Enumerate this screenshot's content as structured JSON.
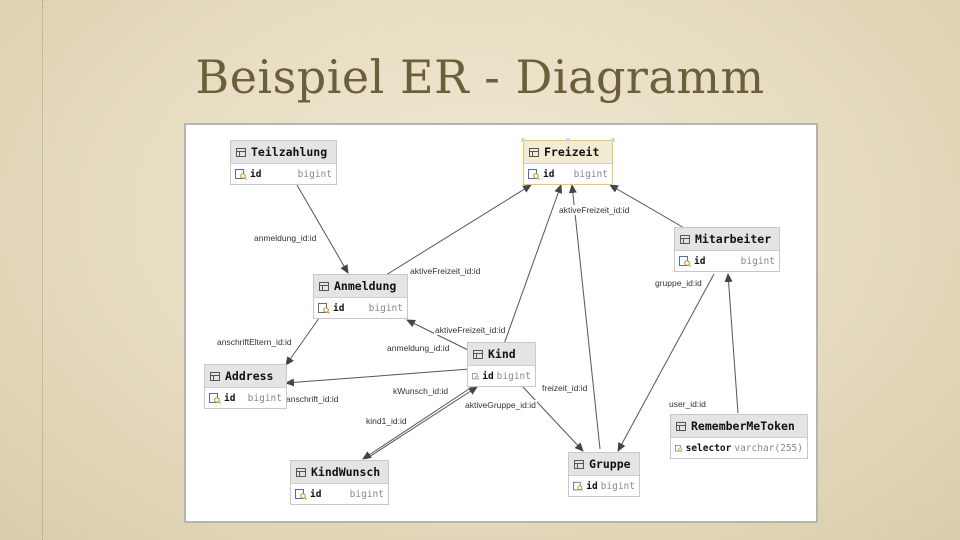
{
  "slide": {
    "title": "Beispiel ER - Diagramm"
  },
  "entities": {
    "teilzahlung": {
      "name": "Teilzahlung",
      "col": "id",
      "type": "bigint"
    },
    "freizeit": {
      "name": "Freizeit",
      "col": "id",
      "type": "bigint"
    },
    "mitarbeiter": {
      "name": "Mitarbeiter",
      "col": "id",
      "type": "bigint"
    },
    "anmeldung": {
      "name": "Anmeldung",
      "col": "id",
      "type": "bigint"
    },
    "address": {
      "name": "Address",
      "col": "id",
      "type": "bigint"
    },
    "kind": {
      "name": "Kind",
      "col": "id",
      "type": "bigint"
    },
    "kindwunsch": {
      "name": "KindWunsch",
      "col": "id",
      "type": "bigint"
    },
    "gruppe": {
      "name": "Gruppe",
      "col": "id",
      "type": "bigint"
    },
    "remembermetoken": {
      "name": "RememberMeToken",
      "col": "selector",
      "type": "varchar(255)"
    }
  },
  "relations": {
    "anmeldung_id": "anmeldung_id:id",
    "aktivefreizeit_anmeldung": "aktiveFreizeit_id:id",
    "aktivefreizeit_mitarbeiter": "aktiveFreizeit_id:id",
    "aktivefreizeit_kind": "aktiveFreizeit_id:id",
    "anschrifteltern": "anschriftEltern_id:id",
    "anmeldung_kind": "anmeldung_id:id",
    "anschrift": "anschrift_id:id",
    "kwunsch": "kWunsch_id:id",
    "kind1": "kind1_id:id",
    "aktivegruppe": "aktiveGruppe_id:id",
    "freizeit_gruppe": "freizeit_id:id",
    "gruppe_mitarbeiter": "gruppe_id:id",
    "user": "user_id:id"
  }
}
